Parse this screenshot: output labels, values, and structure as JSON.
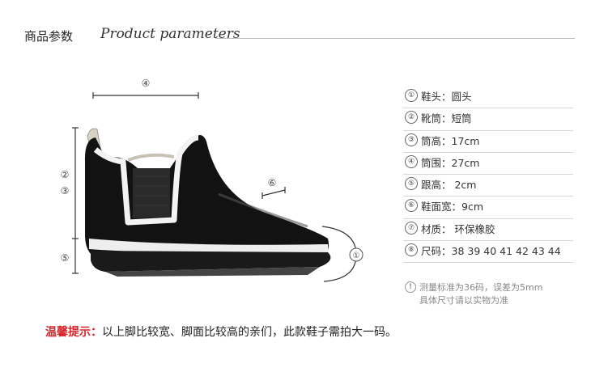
{
  "header": {
    "title_cn": "商品参数",
    "title_en": "Product parameters"
  },
  "illustration": {
    "markers": {
      "toe": "①",
      "shaft": "②",
      "height": "③",
      "circumference": "④",
      "heel": "⑤",
      "vamp": "⑥"
    }
  },
  "specs": [
    {
      "num": "①",
      "text": "鞋头：圆头"
    },
    {
      "num": "②",
      "text": "靴筒：短筒"
    },
    {
      "num": "③",
      "text": "筒高：17cm"
    },
    {
      "num": "④",
      "text": "筒围：27cm"
    },
    {
      "num": "⑤",
      "text": "跟高：  2cm"
    },
    {
      "num": "⑥",
      "text": "鞋面宽：9cm"
    },
    {
      "num": "⑦",
      "text": "材质：  环保橡胶"
    },
    {
      "num": "⑧",
      "text": "尺码：38  39  40  41  42  43  44"
    }
  ],
  "note": {
    "icon": "!",
    "line1": "测量标准为36码，误差为5mm",
    "line2": "具体尺寸请以实物为准"
  },
  "tip": {
    "label": "温馨提示：",
    "body": "以上脚比较宽、脚面比较高的亲们，此款鞋子需拍大一码。"
  },
  "colors": {
    "accent_red": "#d6252b",
    "boot_black": "#111111"
  }
}
